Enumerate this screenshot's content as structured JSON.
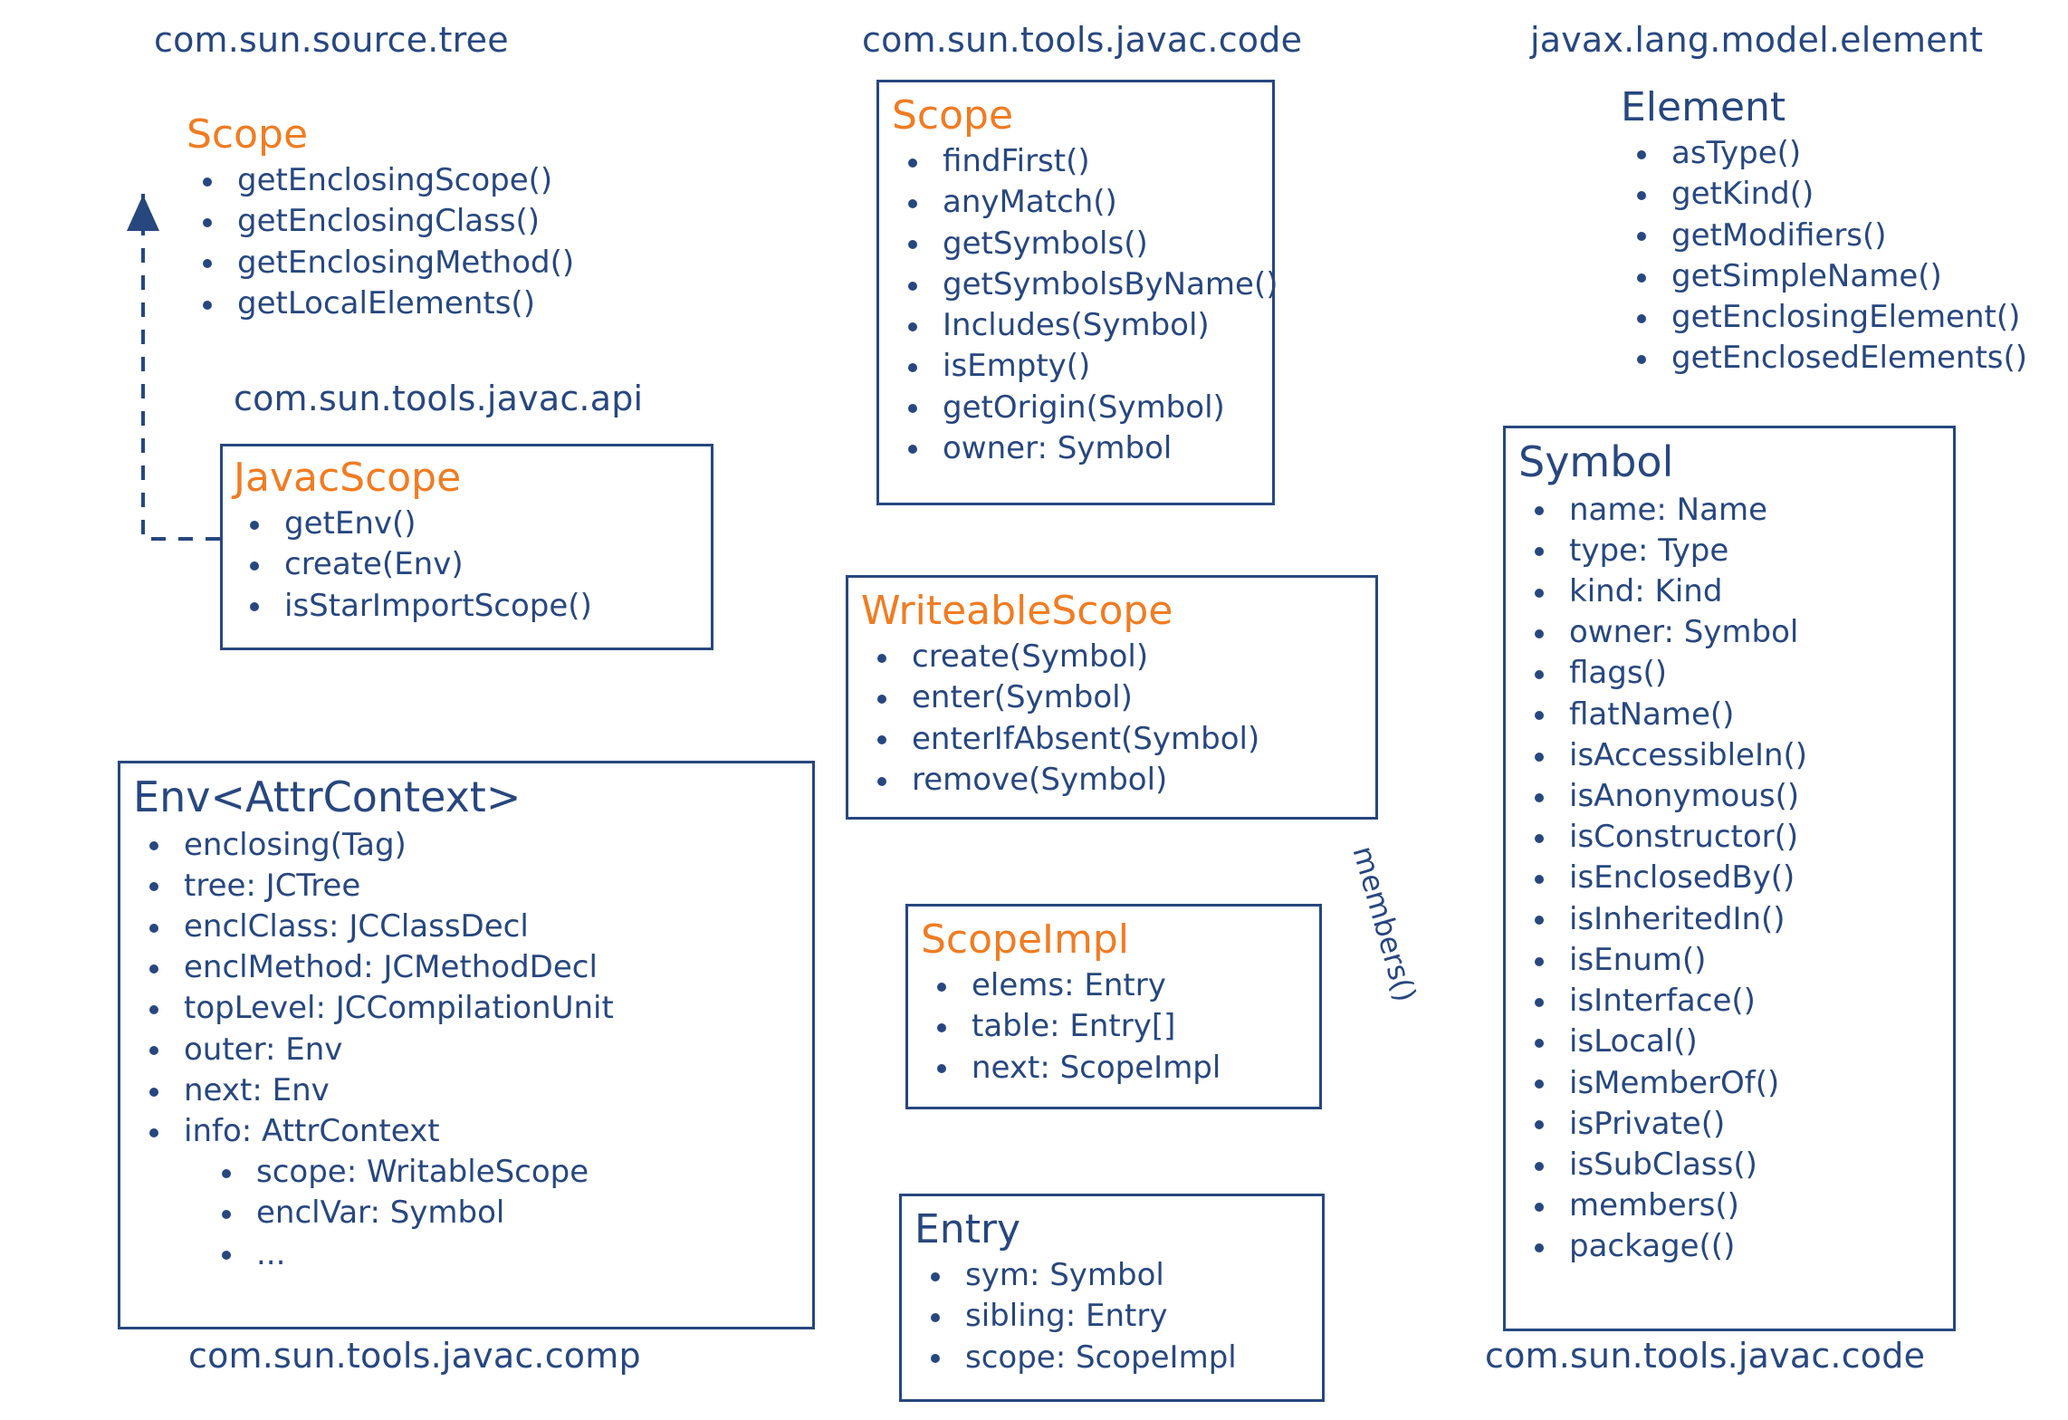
{
  "diagram": {
    "title": "javac Scope / Symbol class relationships",
    "colors": {
      "navy": "#27477f",
      "orange": "#f07c22",
      "background": "#ffffff"
    },
    "package_labels": [
      {
        "id": "pkg-source-tree",
        "text": "com.sun.source.tree"
      },
      {
        "id": "pkg-javac-api",
        "text": "com.sun.tools.javac.api"
      },
      {
        "id": "pkg-javac-code-top",
        "text": "com.sun.tools.javac.code"
      },
      {
        "id": "pkg-model-element",
        "text": "javax.lang.model.element"
      },
      {
        "id": "pkg-javac-comp",
        "text": "com.sun.tools.javac.comp"
      },
      {
        "id": "pkg-javac-code-bottom",
        "text": "com.sun.tools.javac.code"
      }
    ],
    "classes": [
      {
        "id": "scope-tree",
        "name": "Scope",
        "title_color": "orange",
        "boxed": false,
        "members": [
          {
            "text": "getEnclosingScope()",
            "level": 0
          },
          {
            "text": "getEnclosingClass()",
            "level": 0
          },
          {
            "text": "getEnclosingMethod()",
            "level": 0
          },
          {
            "text": "getLocalElements()",
            "level": 0
          }
        ]
      },
      {
        "id": "javac-scope",
        "name": "JavacScope",
        "title_color": "orange",
        "boxed": true,
        "members": [
          {
            "text": "getEnv()",
            "level": 0
          },
          {
            "text": "create(Env)",
            "level": 0
          },
          {
            "text": "isStarImportScope()",
            "level": 0
          }
        ]
      },
      {
        "id": "env-attrcontext",
        "name": "Env<AttrContext>",
        "title_color": "navy",
        "boxed": true,
        "members": [
          {
            "text": "enclosing(Tag)",
            "level": 0
          },
          {
            "text": "tree: JCTree",
            "level": 0
          },
          {
            "text": "enclClass: JCClassDecl",
            "level": 0
          },
          {
            "text": "enclMethod: JCMethodDecl",
            "level": 0
          },
          {
            "text": "topLevel: JCCompilationUnit",
            "level": 0
          },
          {
            "text": "outer: Env",
            "level": 0
          },
          {
            "text": "next: Env",
            "level": 0
          },
          {
            "text": "info: AttrContext",
            "level": 0
          },
          {
            "text": "scope: WritableScope",
            "level": 1
          },
          {
            "text": "enclVar: Symbol",
            "level": 1
          },
          {
            "text": "...",
            "level": 1
          }
        ]
      },
      {
        "id": "scope-code",
        "name": "Scope",
        "title_color": "orange",
        "boxed": true,
        "members": [
          {
            "text": "findFirst()",
            "level": 0
          },
          {
            "text": "anyMatch()",
            "level": 0
          },
          {
            "text": "getSymbols()",
            "level": 0
          },
          {
            "text": "getSymbolsByName()",
            "level": 0
          },
          {
            "text": "Includes(Symbol)",
            "level": 0
          },
          {
            "text": "isEmpty()",
            "level": 0
          },
          {
            "text": "getOrigin(Symbol)",
            "level": 0
          },
          {
            "text": "owner: Symbol",
            "level": 0
          }
        ]
      },
      {
        "id": "writeable-scope",
        "name": "WriteableScope",
        "title_color": "orange",
        "boxed": true,
        "members": [
          {
            "text": "create(Symbol)",
            "level": 0
          },
          {
            "text": "enter(Symbol)",
            "level": 0
          },
          {
            "text": "enterIfAbsent(Symbol)",
            "level": 0
          },
          {
            "text": "remove(Symbol)",
            "level": 0
          }
        ]
      },
      {
        "id": "scope-impl",
        "name": "ScopeImpl",
        "title_color": "orange",
        "boxed": true,
        "members": [
          {
            "text": "elems: Entry",
            "level": 0
          },
          {
            "text": "table: Entry[]",
            "level": 0
          },
          {
            "text": "next: ScopeImpl",
            "level": 0
          }
        ]
      },
      {
        "id": "entry",
        "name": "Entry",
        "title_color": "navy",
        "boxed": true,
        "members": [
          {
            "text": "sym: Symbol",
            "level": 0
          },
          {
            "text": "sibling: Entry",
            "level": 0
          },
          {
            "text": "scope: ScopeImpl",
            "level": 0
          }
        ]
      },
      {
        "id": "element",
        "name": "Element",
        "title_color": "navy",
        "boxed": false,
        "members": [
          {
            "text": "asType()",
            "level": 0
          },
          {
            "text": "getKind()",
            "level": 0
          },
          {
            "text": "getModifiers()",
            "level": 0
          },
          {
            "text": "getSimpleName()",
            "level": 0
          },
          {
            "text": "getEnclosingElement()",
            "level": 0
          },
          {
            "text": "getEnclosedElements()",
            "level": 0
          }
        ]
      },
      {
        "id": "symbol",
        "name": "Symbol",
        "title_color": "navy",
        "boxed": true,
        "members": [
          {
            "text": "name: Name",
            "level": 0
          },
          {
            "text": "type: Type",
            "level": 0
          },
          {
            "text": "kind: Kind",
            "level": 0
          },
          {
            "text": "owner: Symbol",
            "level": 0
          },
          {
            "text": "flags()",
            "level": 0
          },
          {
            "text": "flatName()",
            "level": 0
          },
          {
            "text": "isAccessibleIn()",
            "level": 0
          },
          {
            "text": "isAnonymous()",
            "level": 0
          },
          {
            "text": "isConstructor()",
            "level": 0
          },
          {
            "text": "isEnclosedBy()",
            "level": 0
          },
          {
            "text": "isInheritedIn()",
            "level": 0
          },
          {
            "text": "isEnum()",
            "level": 0
          },
          {
            "text": "isInterface()",
            "level": 0
          },
          {
            "text": "isLocal()",
            "level": 0
          },
          {
            "text": "isMemberOf()",
            "level": 0
          },
          {
            "text": "isPrivate()",
            "level": 0
          },
          {
            "text": "isSubClass()",
            "level": 0
          },
          {
            "text": "members()",
            "level": 0
          },
          {
            "text": "package(()",
            "level": 0
          }
        ]
      }
    ],
    "edge_labels": [
      {
        "id": "members-edge-label",
        "text": "members()"
      }
    ]
  }
}
